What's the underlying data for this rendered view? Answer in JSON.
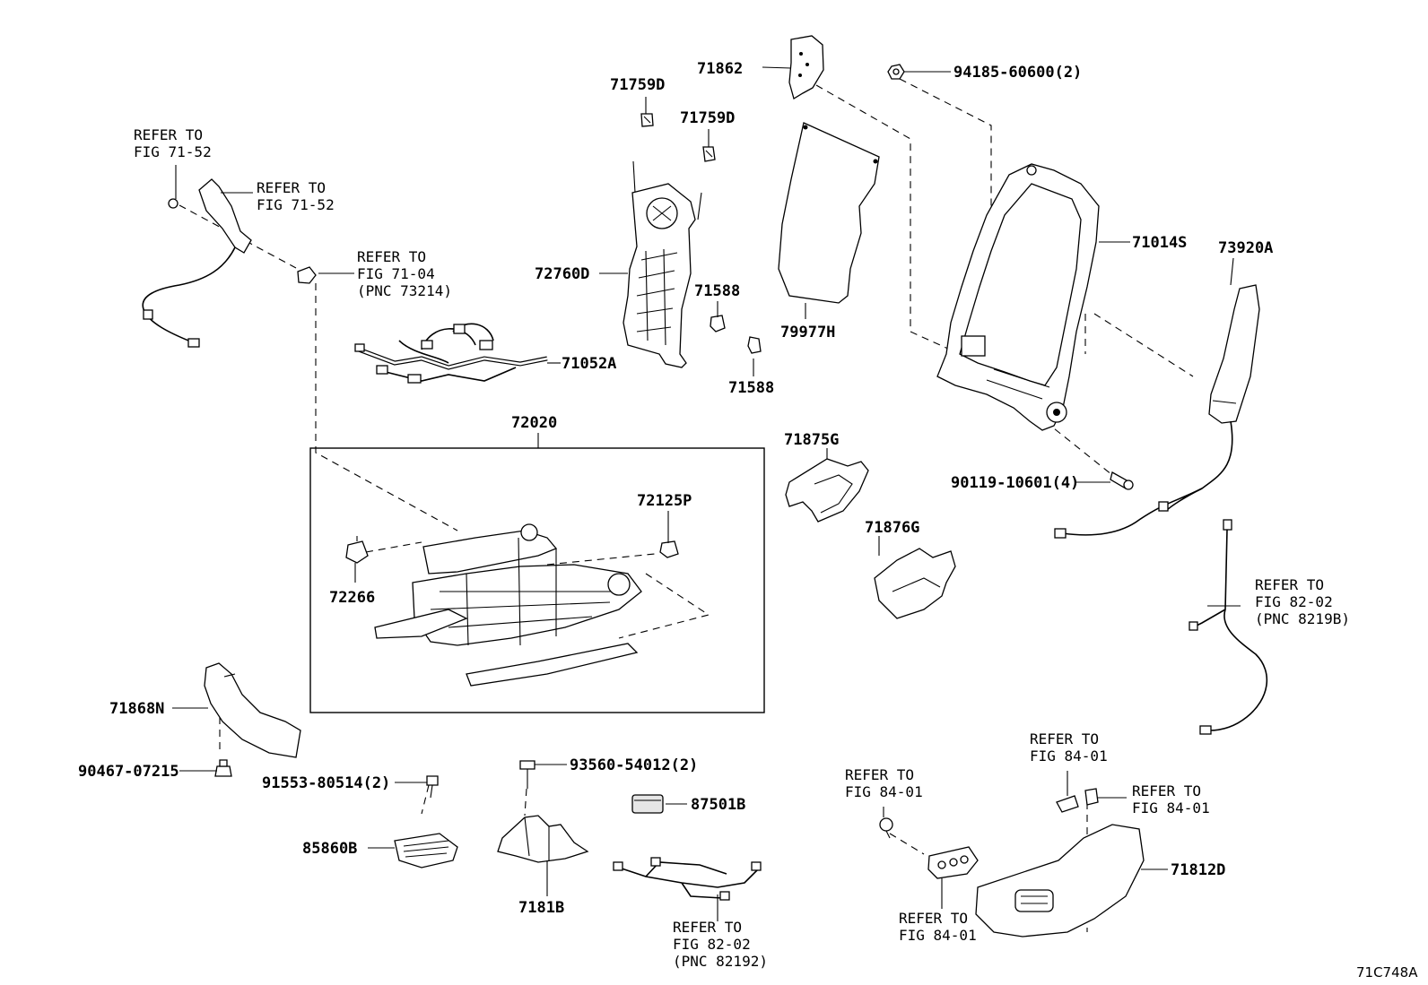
{
  "diagram_code": "71C748A",
  "callouts": {
    "p71862": "71862",
    "p94185": "94185-60600(2)",
    "p71759d_a": "71759D",
    "p71759d_b": "71759D",
    "p71014s": "71014S",
    "p73920a": "73920A",
    "p72760d": "72760D",
    "p71588_a": "71588",
    "p71588_b": "71588",
    "p79977h": "79977H",
    "p71052a": "71052A",
    "p72020": "72020",
    "p72125p": "72125P",
    "p72266": "72266",
    "p71875g": "71875G",
    "p71876g": "71876G",
    "p90119": "90119-10601(4)",
    "p71868n": "71868N",
    "p90467": "90467-07215",
    "p91553": "91553-80514(2)",
    "p85860b": "85860B",
    "p93560": "93560-54012(2)",
    "p87501b": "87501B",
    "p7181b": "7181B",
    "p71812d": "71812D"
  },
  "refs": {
    "r1": [
      "REFER TO",
      "FIG 71-52"
    ],
    "r2": [
      "REFER TO",
      "FIG 71-52"
    ],
    "r3": [
      "REFER TO",
      "FIG 71-04",
      "(PNC 73214)"
    ],
    "r4": [
      "REFER TO",
      "FIG 82-02",
      "(PNC 8219B)"
    ],
    "r5": [
      "REFER TO",
      "FIG 84-01"
    ],
    "r6": [
      "REFER TO",
      "FIG 84-01"
    ],
    "r7": [
      "REFER TO",
      "FIG 84-01"
    ],
    "r8": [
      "REFER TO",
      "FIG 84-01"
    ],
    "r9": [
      "REFER TO",
      "FIG 82-02",
      "(PNC 82192)"
    ]
  }
}
